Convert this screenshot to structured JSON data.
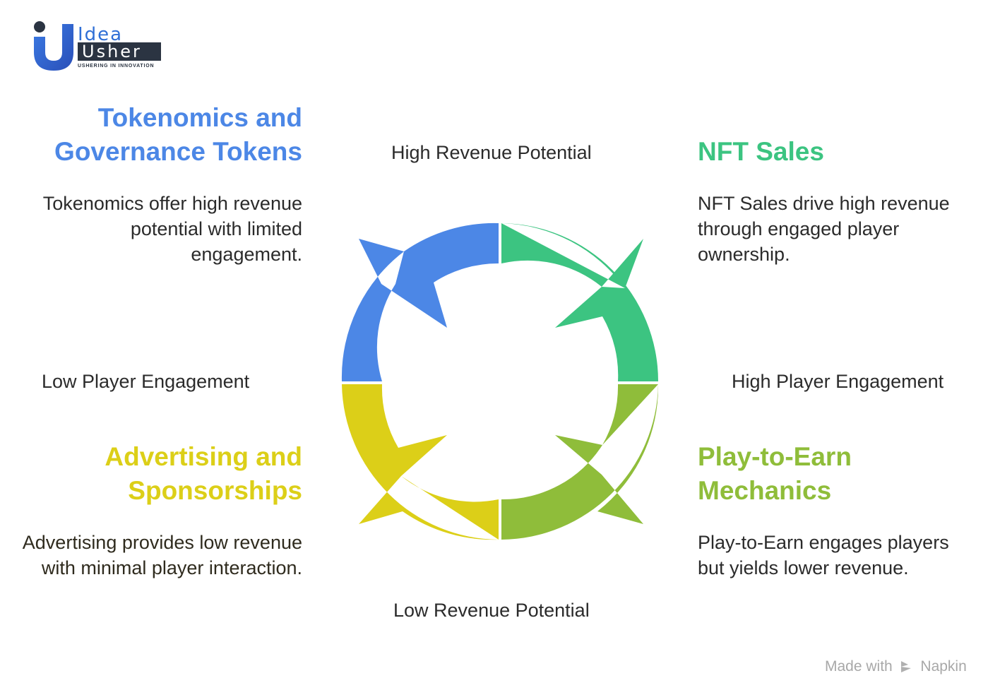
{
  "logo": {
    "word_top": "Idea",
    "word_bottom": "Usher",
    "tagline": "USHERING IN INNOVATION"
  },
  "quadrants": {
    "top_left": {
      "title": "Tokenomics and Governance Tokens",
      "description": "Tokenomics offer high revenue potential with limited engagement.",
      "color": "#4c87e6"
    },
    "top_right": {
      "title": "NFT Sales",
      "description": "NFT Sales drive high revenue through engaged player ownership.",
      "color": "#3cc481"
    },
    "bottom_left": {
      "title": "Advertising and Sponsorships",
      "description": "Advertising provides low revenue with minimal player interaction.",
      "color": "#dccf18"
    },
    "bottom_right": {
      "title": "Play-to-Earn Mechanics",
      "description": "Play-to-Earn engages players but yields lower revenue.",
      "color": "#8fbd3a"
    }
  },
  "axes": {
    "top": "High Revenue Potential",
    "bottom": "Low Revenue Potential",
    "left": "Low Player Engagement",
    "right": "High Player Engagement"
  },
  "footer": {
    "made_with": "Made with",
    "brand": "Napkin"
  }
}
